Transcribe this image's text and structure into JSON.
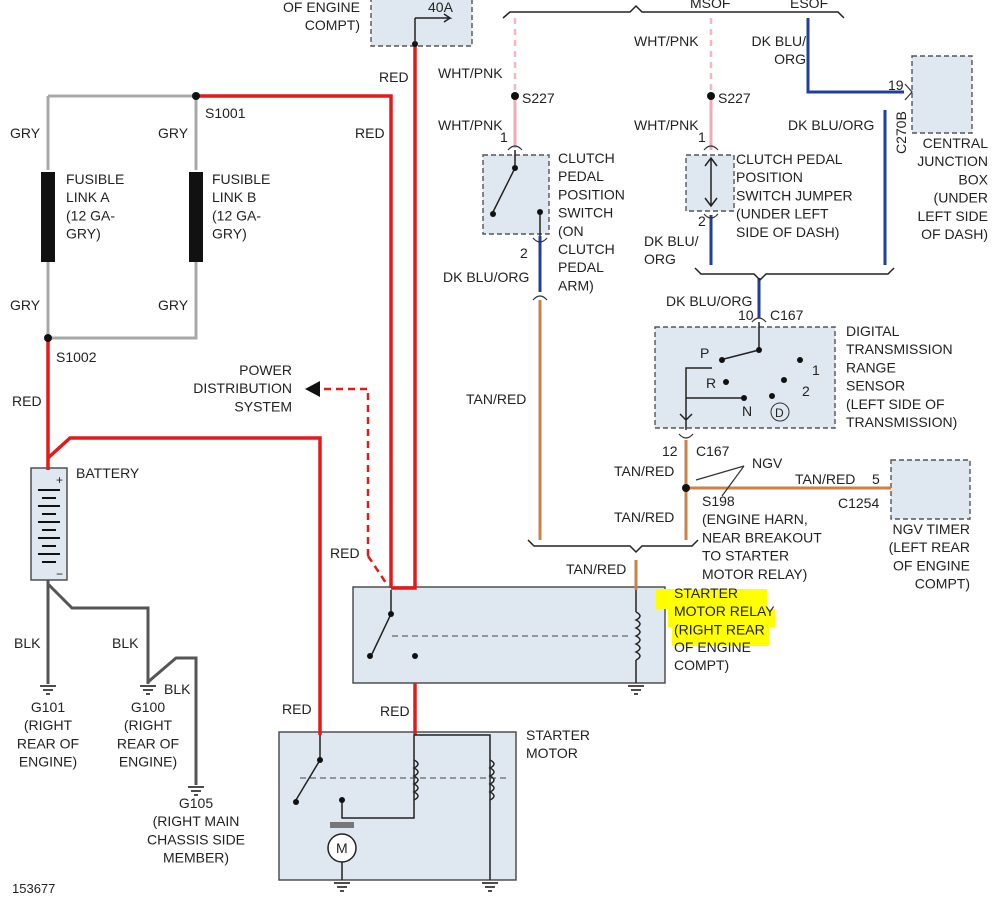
{
  "labels": {
    "engine_compt_top": "OF ENGINE\nCOMPT)",
    "fuse_40a": "40A",
    "msof": "MSOF",
    "esof": "ESOF",
    "red_top": "RED",
    "red_s1001": "RED",
    "wht_pnk_1": "WHT/PNK",
    "wht_pnk_2": "WHT/PNK",
    "wht_pnk_3": "WHT/PNK",
    "wht_pnk_4": "WHT/PNK",
    "dk_blu_org_top": "DK BLU/\nORG",
    "s227_a": "S227",
    "s227_b": "S227",
    "dk_blu_org_cjb": "DK BLU/ORG",
    "c270b": "C270B",
    "pin_19": "19",
    "cjb": "CENTRAL\nJUNCTION\nBOX\n(UNDER\nLEFT SIDE\nOF DASH)",
    "s1001": "S1001",
    "gry_1": "GRY",
    "gry_2": "GRY",
    "gry_3": "GRY",
    "gry_4": "GRY",
    "fusible_a": "FUSIBLE\nLINK A\n(12 GA-\nGRY)",
    "fusible_b": "FUSIBLE\nLINK B\n(12 GA-\nGRY)",
    "cpps": "CLUTCH\nPEDAL\nPOSITION\nSWITCH\n(ON\nCLUTCH\nPEDAL\nARM)",
    "cpps_jumper": "CLUTCH PEDAL\nPOSITION\nSWITCH JUMPER\n(UNDER LEFT\nSIDE OF DASH)",
    "pin_1a": "1",
    "pin_2a": "2",
    "pin_1b": "1",
    "pin_2b": "2",
    "dk_blu_org_left": "DK BLU/ORG",
    "dk_blu_org_mid": "DK BLU/\nORG",
    "dk_blu_org_c167": "DK BLU/ORG",
    "pin_10": "10",
    "c167_top": "C167",
    "dtrs": "DIGITAL\nTRANSMISSION\nRANGE\nSENSOR\n(LEFT SIDE OF\nTRANSMISSION)",
    "gear_p": "P",
    "gear_r": "R",
    "gear_n": "N",
    "gear_d": "D",
    "gear_1": "1",
    "gear_2": "2",
    "s1002": "S1002",
    "red_s1002": "RED",
    "power_dist": "POWER\nDISTRIBUTION\nSYSTEM",
    "tan_red_left": "TAN/RED",
    "pin_12": "12",
    "c167_bot": "C167",
    "tan_red_1": "TAN/RED",
    "ngv": "NGV",
    "tan_red_ngv": "TAN/RED",
    "pin_5": "5",
    "c1254": "C1254",
    "s198": "S198\n(ENGINE HARN,\nNEAR BREAKOUT\nTO STARTER\nMOTOR RELAY)",
    "tan_red_2": "TAN/RED",
    "ngv_timer": "NGV TIMER\n(LEFT REAR\nOF ENGINE\nCOMPT)",
    "battery": "BATTERY",
    "red_dash": "RED",
    "tan_red_relay": "TAN/RED",
    "smr_hl": "STARTER\nMOTOR RELAY\n(RIGHT REAR",
    "smr_rest": "OF ENGINE\nCOMPT)",
    "blk_1": "BLK",
    "blk_2": "BLK",
    "blk_3": "BLK",
    "g101": "G101\n(RIGHT\nREAR OF\nENGINE)",
    "g100": "G100\n(RIGHT\nREAR OF\nENGINE)",
    "red_sm_left": "RED",
    "red_sm_mid": "RED",
    "starter_motor": "STARTER\nMOTOR",
    "motor_m": "M",
    "g105": "G105\n(RIGHT MAIN\nCHASSIS SIDE\nMEMBER)",
    "figure_no": "153677"
  },
  "colors": {
    "red_wire": "#e41a1a",
    "grey_wire": "#a8a8a8",
    "black_wire": "#555555",
    "pink_wire": "#f0aab8",
    "blue_wire": "#1f3f9a",
    "tan_wire": "#c8824a",
    "component_fill": "#dfe8f0",
    "highlight": "#ffff00"
  }
}
